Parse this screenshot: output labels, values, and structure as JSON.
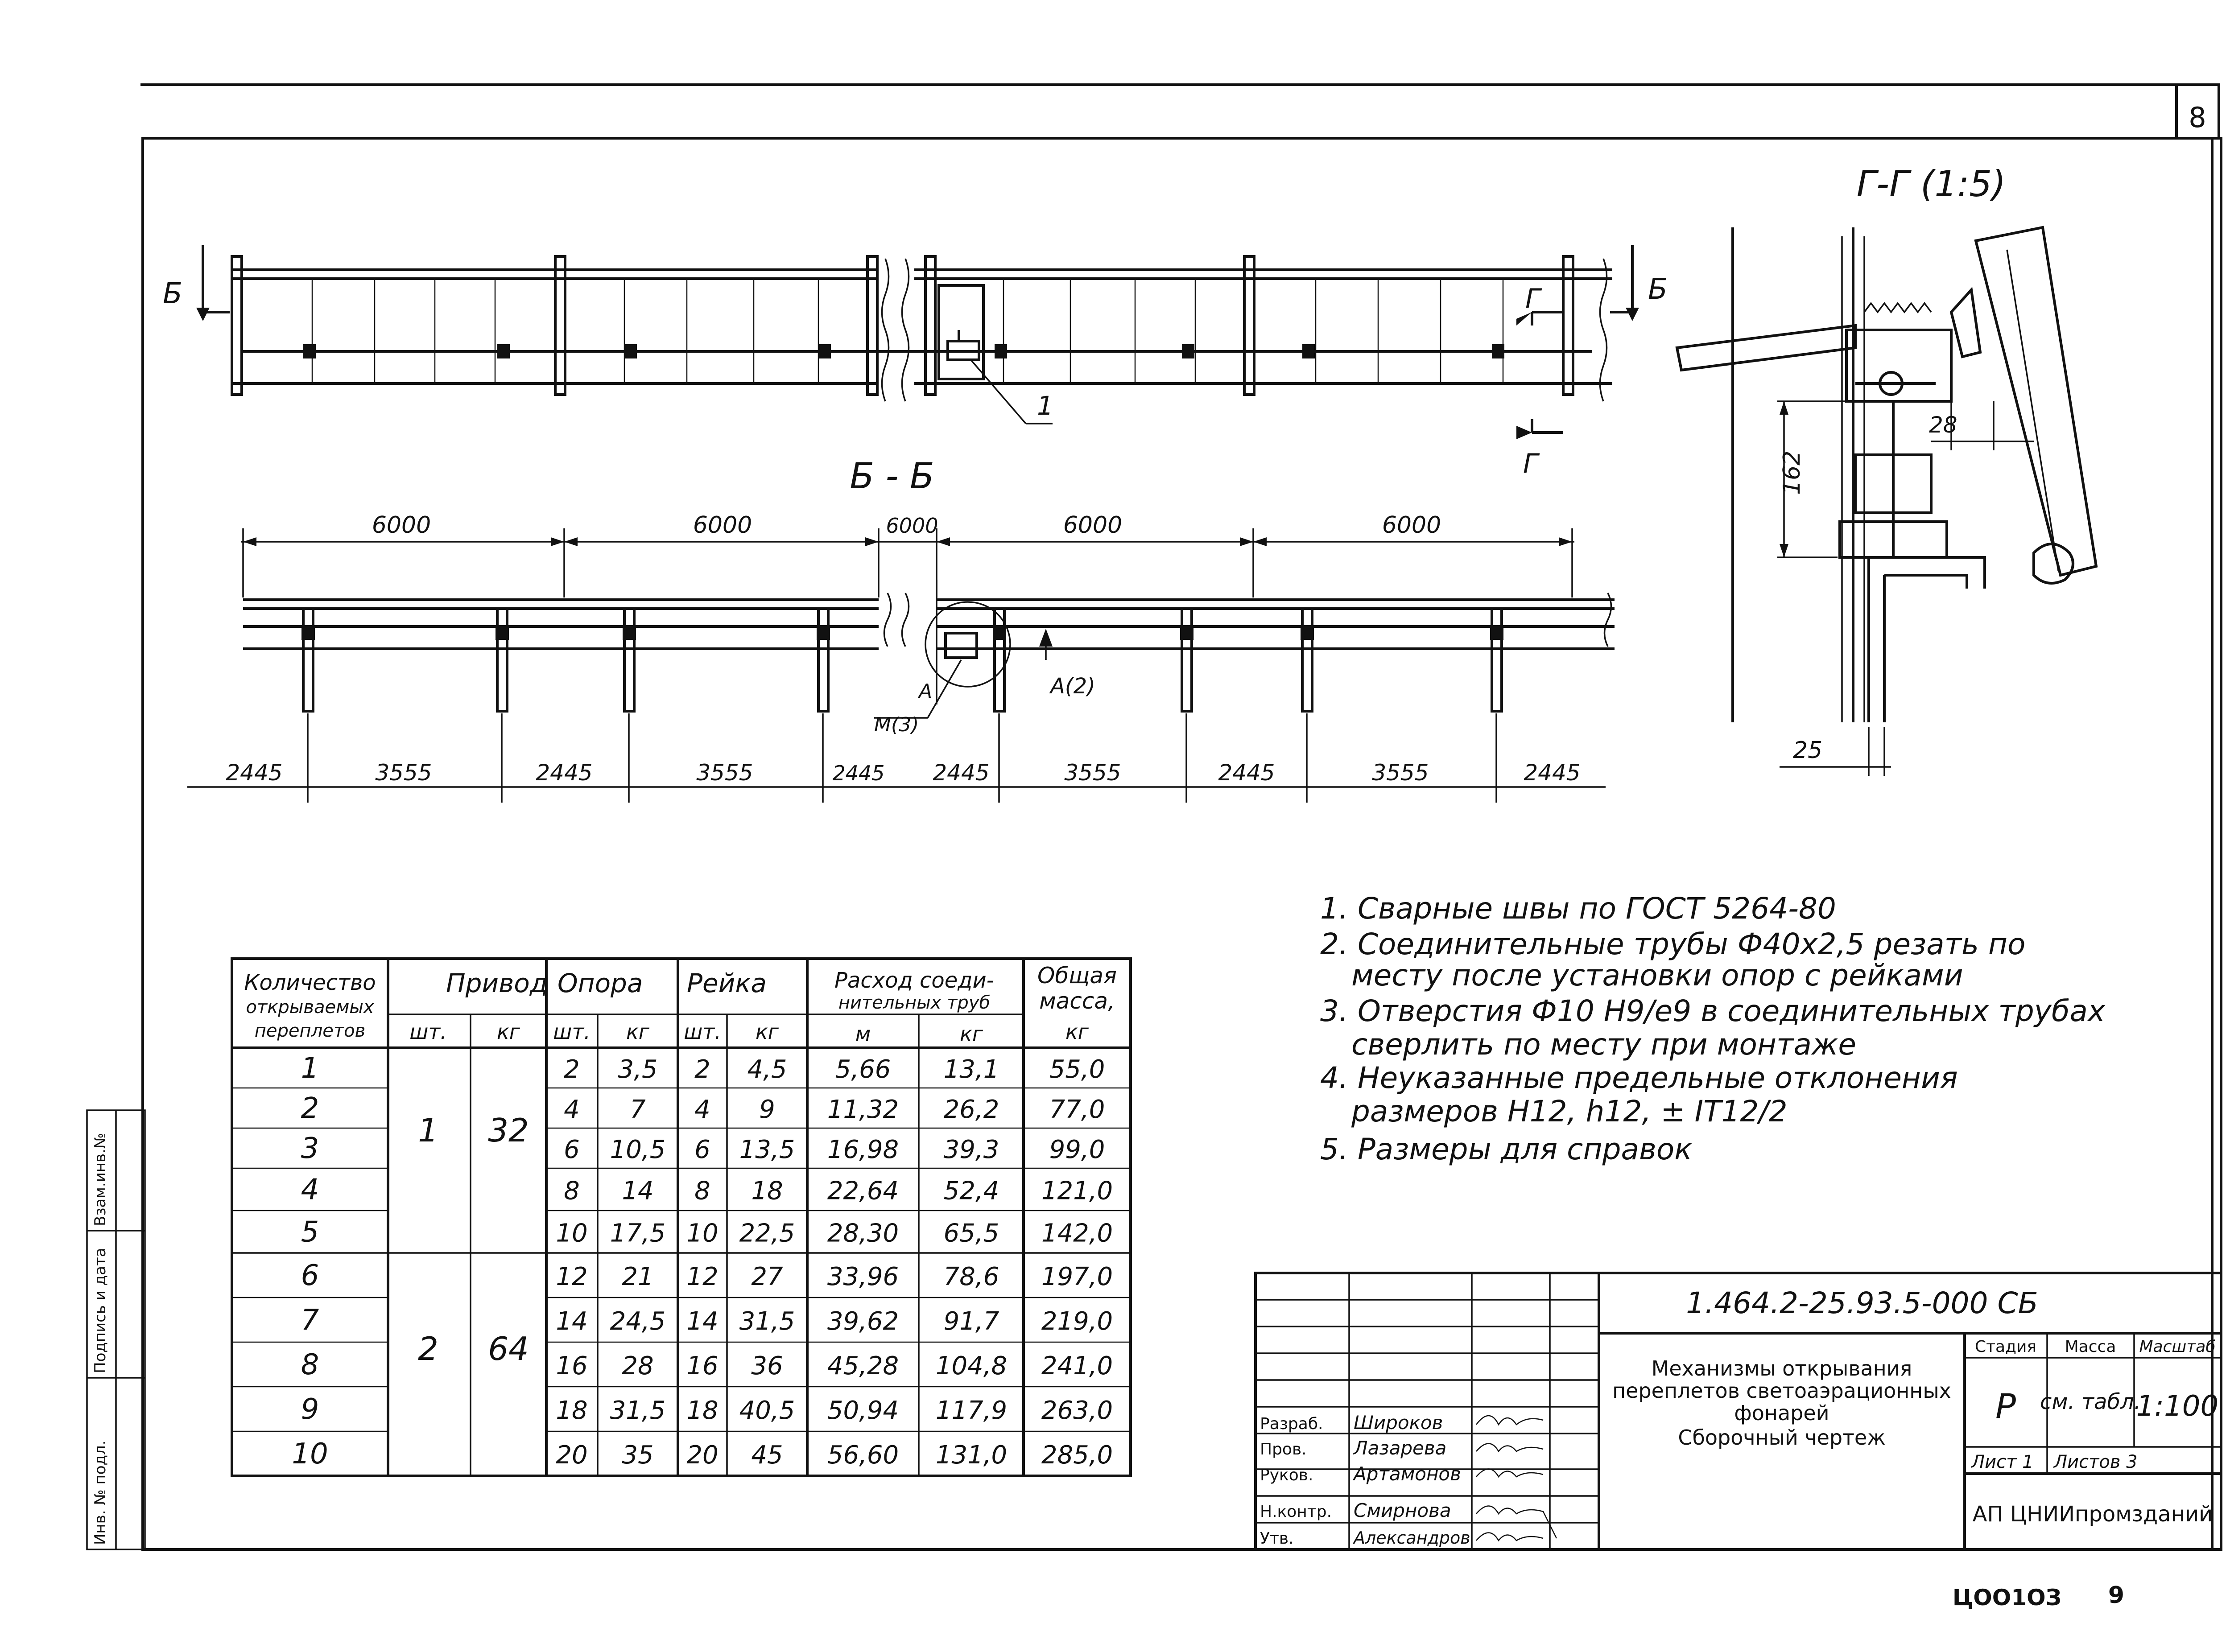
{
  "sheet": {
    "sheet_no": "8",
    "archive_no": "ЦОО1ОЗ",
    "page_no": "9"
  },
  "side_stamp": [
    "Взам.инв.№",
    "Подпись и дата",
    "Инв. № подл."
  ],
  "views": {
    "plan": {
      "cut_left": "Б",
      "cut_right": "Б",
      "section_mark_top": "Г",
      "section_mark_bottom": "Г",
      "callout": "1"
    },
    "section_bb": {
      "title": "Б - Б",
      "top_dims": [
        "6000",
        "6000",
        "6000",
        "6000",
        "6000"
      ],
      "bottom_dims": [
        "2445",
        "3555",
        "2445",
        "3555",
        "2445",
        "2445",
        "3555",
        "2445",
        "3555",
        "2445"
      ],
      "detail_labels": {
        "a": "A",
        "m3": "M(3)",
        "a2": "A(2)"
      }
    },
    "section_gg": {
      "title": "Г-Г (1:5)",
      "dim_162": "162",
      "dim_28": "28",
      "dim_25": "25"
    }
  },
  "notes": [
    "1. Сварные швы по ГОСТ 5264-80",
    "2. Соединительные трубы Ф40х2,5 резать по",
    "месту после установки опор с рейками",
    "3. Отверстия Ф10 H9/e9 в соединительных трубах",
    "сверлить по месту при монтаже",
    "4. Неуказанные предельные отклонения",
    "размеров H12, h12, ± IT12/2",
    "5. Размеры для справок"
  ],
  "table": {
    "headers": {
      "col1": [
        "Количество",
        "открываемых",
        "переплетов"
      ],
      "privod": "Привод",
      "opora": "Опора",
      "reyka": "Рейка",
      "raskhod": [
        "Расход соеди-",
        "нительных труб"
      ],
      "obshchaya": [
        "Общая",
        "масса,",
        "кг"
      ],
      "sht": "шт.",
      "kg": "кг",
      "m": "м"
    },
    "rows": [
      [
        "1",
        "2",
        "3,5",
        "2",
        "4,5",
        "5,66",
        "13,1",
        "55,0"
      ],
      [
        "2",
        "4",
        "7",
        "4",
        "9",
        "11,32",
        "26,2",
        "77,0"
      ],
      [
        "3",
        "6",
        "10,5",
        "6",
        "13,5",
        "16,98",
        "39,3",
        "99,0"
      ],
      [
        "4",
        "8",
        "14",
        "8",
        "18",
        "22,64",
        "52,4",
        "121,0"
      ],
      [
        "5",
        "10",
        "17,5",
        "10",
        "22,5",
        "28,30",
        "65,5",
        "142,0"
      ],
      [
        "6",
        "12",
        "21",
        "12",
        "27",
        "33,96",
        "78,6",
        "197,0"
      ],
      [
        "7",
        "14",
        "24,5",
        "14",
        "31,5",
        "39,62",
        "91,7",
        "219,0"
      ],
      [
        "8",
        "16",
        "28",
        "16",
        "36",
        "45,28",
        "104,8",
        "241,0"
      ],
      [
        "9",
        "18",
        "31,5",
        "18",
        "40,5",
        "50,94",
        "117,9",
        "263,0"
      ],
      [
        "10",
        "20",
        "35",
        "20",
        "45",
        "56,60",
        "131,0",
        "285,0"
      ]
    ],
    "privod_groups": [
      {
        "sht": "1",
        "kg": "32"
      },
      {
        "sht": "2",
        "kg": "64"
      }
    ]
  },
  "title_block": {
    "designation": "1.464.2-25.93.5-000 СБ",
    "name_lines": [
      "Механизмы открывания",
      "переплетов светоаэрационных",
      "фонарей",
      "Сборочный чертеж"
    ],
    "stage_label": "Стадия",
    "mass_label": "Масса",
    "scale_label": "Масштаб",
    "stage": "Р",
    "mass_value": "см. табл.",
    "scale": "1:100",
    "sheet_label": "Лист 1",
    "sheets_label": "Листов 3",
    "organization": "АП ЦНИИпромзданий",
    "people": [
      {
        "role": "Разраб.",
        "name": "Широков"
      },
      {
        "role": "Пров.",
        "name": "Лазарева"
      },
      {
        "role": "Руков.",
        "name": "Артамонов"
      },
      {
        "role": "Н.контр.",
        "name": "Смирнова"
      },
      {
        "role": "Утв.",
        "name": "Александров"
      }
    ]
  }
}
